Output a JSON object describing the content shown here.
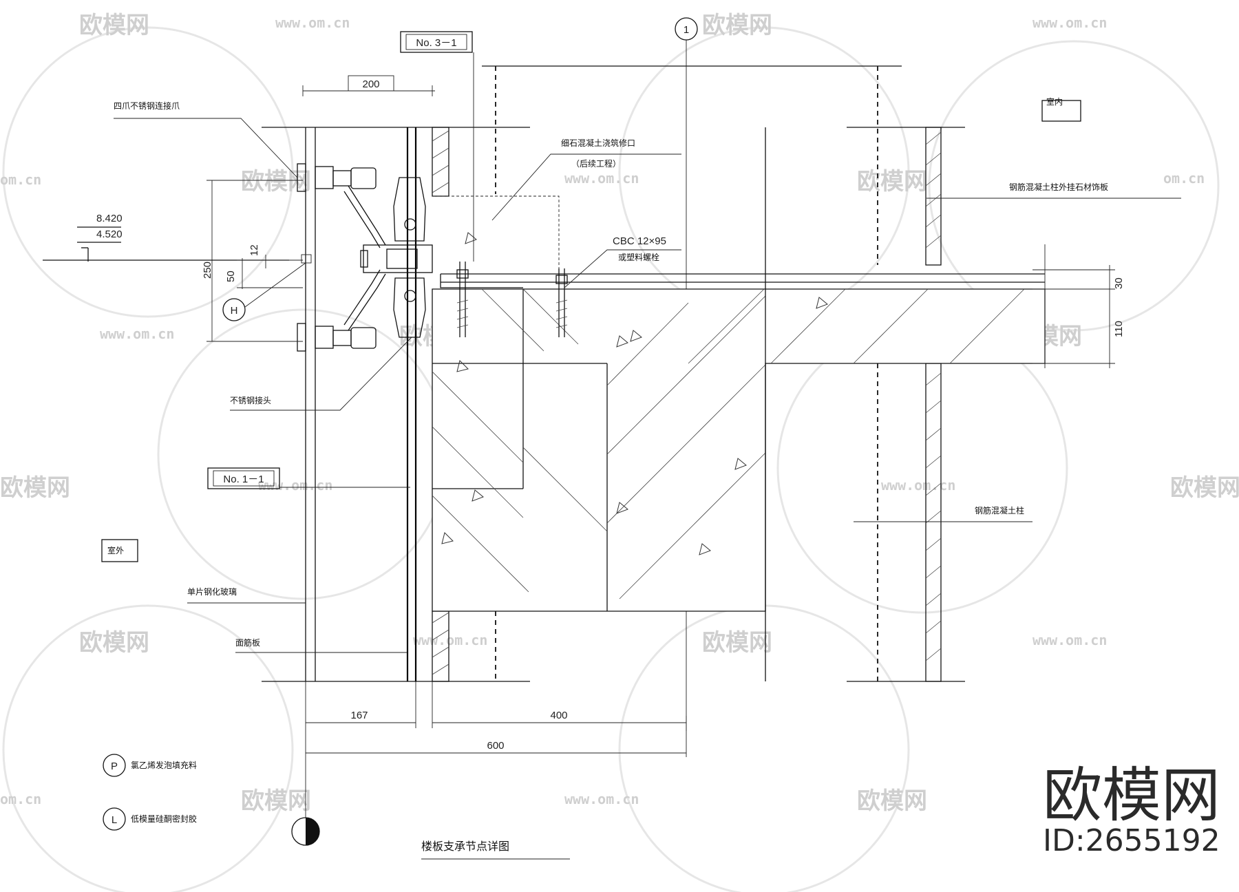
{
  "drawing": {
    "title": "楼板支承节点详图",
    "section_tags": [
      "No. 3－1",
      "No. 1－1"
    ],
    "axis_bubble": "1",
    "grid_bubble": "H",
    "elevations": [
      "8.420",
      "4.520"
    ],
    "zones": {
      "interior": "室内",
      "exterior": "室外"
    },
    "callouts": {
      "four_claw": "四爪不锈钢连接爪",
      "fine_concrete": "细石混凝土浇筑修口",
      "later_work": "（后续工程）",
      "bolt_spec": "CBC 12×95",
      "expansion_bolt": "或塑料螺栓",
      "column_cladding": "钢筋混凝土柱外挂石材饰板",
      "ss_joint": "不锈钢接头",
      "tempered_glass": "单片钢化玻璃",
      "fin": "面筋板",
      "rc_column": "钢筋混凝土柱"
    },
    "dimensions": {
      "top_200": "200",
      "d_250": "250",
      "d_50": "50",
      "d_12": "12",
      "d_30": "30",
      "d_110": "110",
      "b_167": "167",
      "b_400": "400",
      "b_600": "600"
    },
    "legend": [
      {
        "symbol": "P",
        "text": "氯乙烯发泡填充料"
      },
      {
        "symbol": "L",
        "text": "低模量硅酮密封胶"
      }
    ]
  },
  "watermark": {
    "brand": "欧模网",
    "url": "www.om.cn",
    "url_short": "om.cn",
    "logo_big": "欧模网",
    "id": "ID:2655192"
  }
}
